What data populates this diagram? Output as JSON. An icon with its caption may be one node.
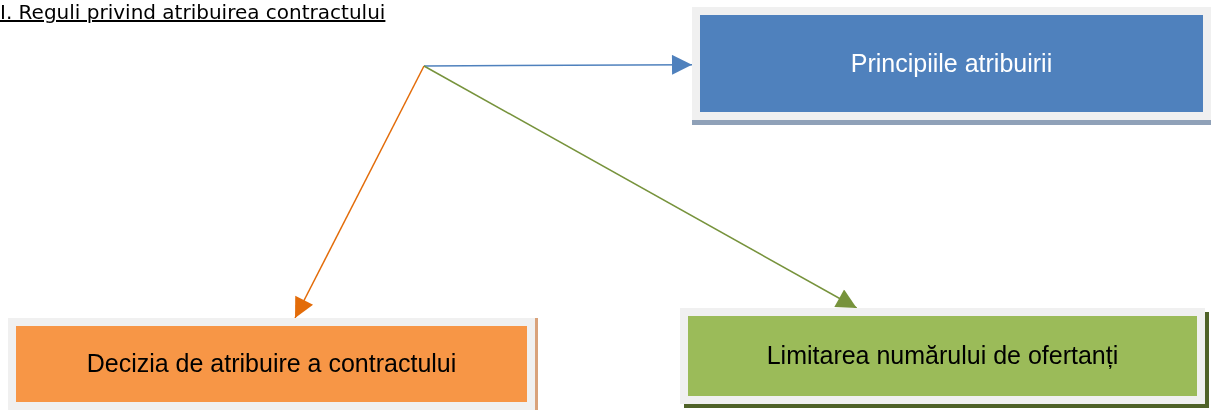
{
  "diagram": {
    "title": "I. Reguli privind atribuirea contractului",
    "nodes": [
      {
        "text": [
          "Principiile atribuirii"
        ]
      },
      {
        "text": [
          "Decizia de atribuire a contractului"
        ]
      },
      {
        "text": [
          "Limitarea numărului de ofertanți"
        ]
      }
    ],
    "edges": [
      {
        "from": null,
        "to": 0,
        "arrow": "to",
        "color": "#4f81bd"
      },
      {
        "from": null,
        "to": 1,
        "arrow": "to",
        "color": "#e36c09"
      },
      {
        "from": null,
        "to": 2,
        "arrow": "to",
        "color": "#77933c"
      }
    ]
  }
}
